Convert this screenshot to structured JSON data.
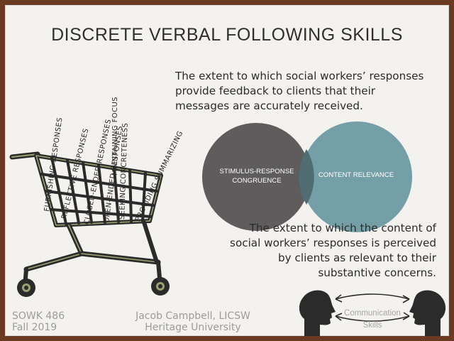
{
  "slide": {
    "title": "DISCRETE VERBAL FOLLOWING SKILLS",
    "top_description": "The extent to which social workers’ responses provide feedback to clients that their messages are accurately received.",
    "bottom_description": "The extent to which the content of social workers’ responses is perceived by clients as relevant to their substantive concerns.",
    "venn": {
      "left_label_line1": "STIMULUS-RESPONSE",
      "left_label_line2": "CONGRUENCE",
      "right_label": "CONTENT RELEVANCE",
      "left_color": "#5e5c5d",
      "right_color": "#6a989f"
    },
    "cart_items": [
      "FURNISHING RESPONSES",
      "REFLECTIVE RESPONSES",
      "CLOSED-ENDED RESPONSES",
      "OPEN-ENDED RESPONSES",
      "SEEKING CONCRETENESS",
      "MAINTAINING FOCUS",
      "PROVIDING SUMMARIZING"
    ],
    "footer": {
      "course_code": "SOWK 486",
      "term": "Fall 2019",
      "author": "Jacob Campbell, LICSW",
      "university": "Heritage University",
      "communication_line1": "Communication",
      "communication_line2": "Skills"
    },
    "icons": [
      "shopping-cart-icon",
      "speaking-heads-icon",
      "two-way-arrows-icon"
    ]
  }
}
